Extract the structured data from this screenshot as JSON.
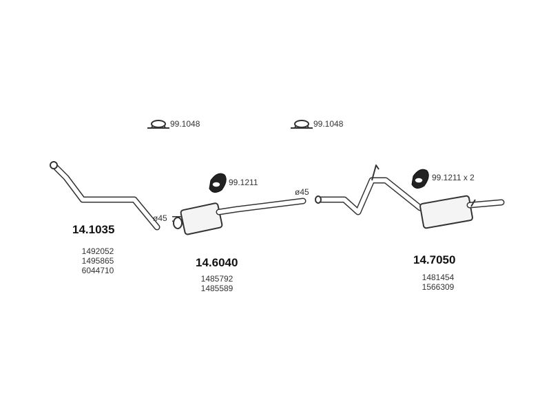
{
  "clamps": [
    {
      "code": "99.1048"
    },
    {
      "code": "99.1048"
    }
  ],
  "hangers": [
    {
      "code": "99.1211"
    },
    {
      "code": "99.1211 x 2"
    }
  ],
  "diameters": [
    {
      "value": "ø45"
    },
    {
      "value": "ø45"
    }
  ],
  "parts": [
    {
      "number": "14.1035",
      "refs": [
        "1492052",
        "1495865",
        "6044710"
      ]
    },
    {
      "number": "14.6040",
      "refs": [
        "1485792",
        "1485589"
      ]
    },
    {
      "number": "14.7050",
      "refs": [
        "1481454",
        "1566309"
      ]
    }
  ],
  "colors": {
    "line": "#333333",
    "fill": "#f4f4f4",
    "hanger": "#222222"
  }
}
